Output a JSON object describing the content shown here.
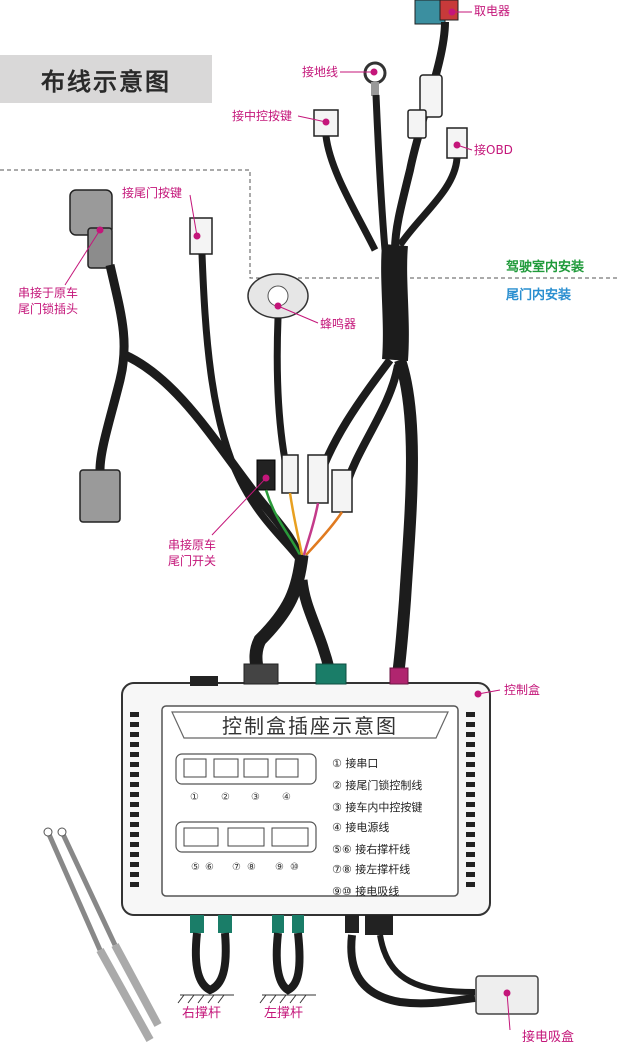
{
  "banner": {
    "title": "布线示意图"
  },
  "zones": {
    "cabin": {
      "label": "驾驶室内安装",
      "color": "#1f9a3a"
    },
    "tailgate": {
      "label": "尾门内安装",
      "color": "#2a8fd0"
    }
  },
  "labels": {
    "power_tap": "取电器",
    "ground": "接地线",
    "center_button": "接中控按键",
    "obd": "接OBD",
    "tailgate_button": "接尾门按键",
    "lock_plug_line1": "串接于原车",
    "lock_plug_line2": "尾门锁插头",
    "buzzer": "蜂鸣器",
    "switch_line1": "串接原车",
    "switch_line2": "尾门开关",
    "control_box": "控制盒",
    "right_strut": "右撑杆",
    "left_strut": "左撑杆",
    "suction": "接电吸盒"
  },
  "panel": {
    "title": "控制盒插座示意图",
    "port_numbers_top": [
      "①",
      "②",
      "③",
      "④"
    ],
    "port_numbers_bottom": [
      "⑤",
      "⑥",
      "⑦",
      "⑧",
      "⑨",
      "⑩"
    ],
    "legend": [
      "① 接串口",
      "② 接尾门锁控制线",
      "③ 接车内中控按键",
      "④ 接电源线",
      "⑤⑥ 接右撑杆线",
      "⑦⑧ 接左撑杆线",
      "⑨⑩ 接电吸线"
    ]
  },
  "colors": {
    "accent": "#c4167a",
    "cable": "#1c1c1c",
    "connector_teal": "#1a7d68",
    "connector_pink": "#b0256f"
  }
}
